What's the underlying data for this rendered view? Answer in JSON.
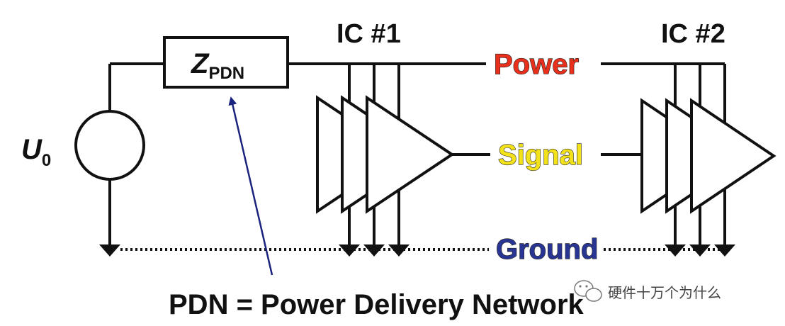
{
  "source": {
    "symbol": "U",
    "subscript": "0"
  },
  "impedance": {
    "symbol": "Z",
    "subscript": "PDN"
  },
  "ic1": {
    "label": "IC #1"
  },
  "ic2": {
    "label": "IC #2"
  },
  "rails": {
    "power": {
      "label": "Power",
      "color": "#e8301c"
    },
    "signal": {
      "label": "Signal",
      "color": "#f3e21a"
    },
    "ground": {
      "label": "Ground",
      "color": "#283593"
    }
  },
  "caption": "PDN = Power Delivery Network",
  "arrow_color": "#1a237e",
  "watermark": {
    "text": "硬件十万个为什么",
    "icon": "wechat-icon"
  }
}
